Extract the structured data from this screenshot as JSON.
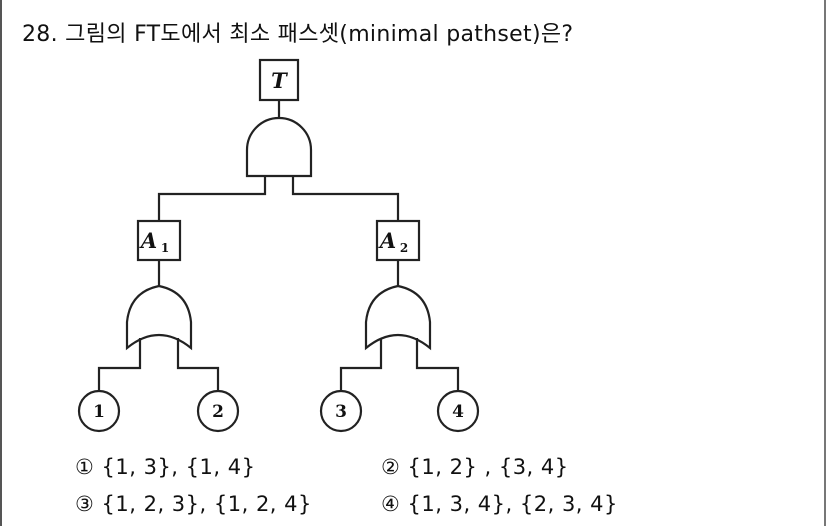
{
  "question": {
    "text": "28. 그림의 FT도에서 최소 패스셋(minimal pathset)은?"
  },
  "diagram": {
    "top_event": {
      "label": "T"
    },
    "intermediate_events": [
      {
        "base": "A",
        "sub": "1"
      },
      {
        "base": "A",
        "sub": "2"
      }
    ],
    "basic_events": [
      "1",
      "2",
      "3",
      "4"
    ]
  },
  "choices": [
    {
      "marker": "①",
      "text": "{1, 3}, {1, 4}"
    },
    {
      "marker": "②",
      "text": "{1, 2} , {3, 4}"
    },
    {
      "marker": "③",
      "text": "{1, 2, 3}, {1, 2, 4}"
    },
    {
      "marker": "④",
      "text": "{1, 3, 4}, {2, 3, 4}"
    }
  ]
}
